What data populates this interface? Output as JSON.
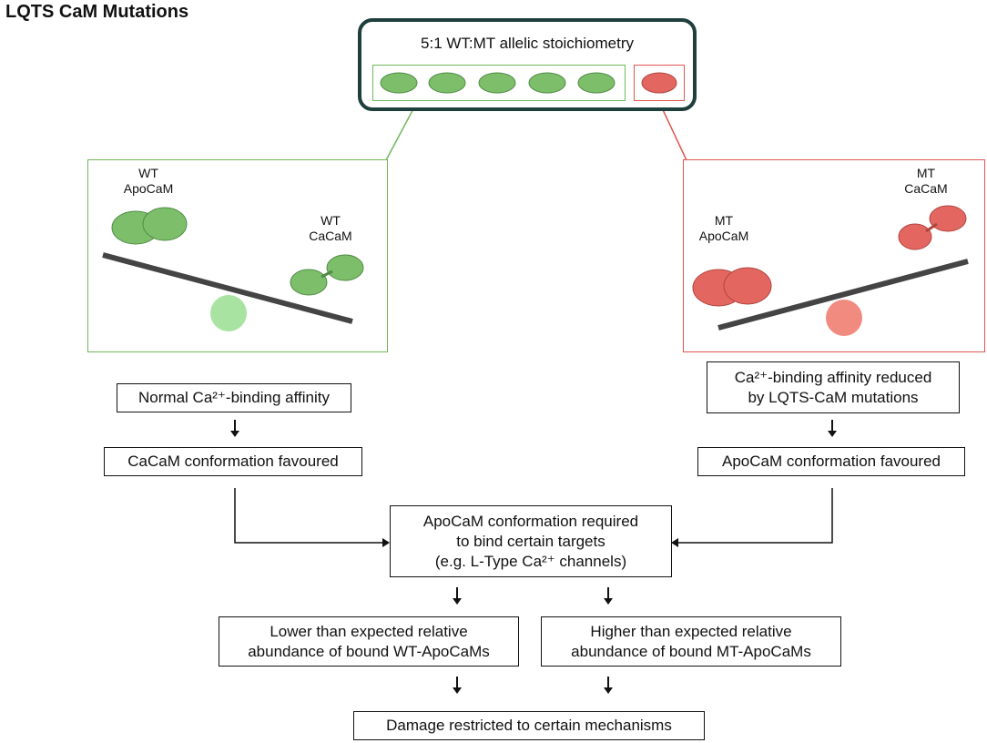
{
  "title": "LQTS CaM Mutations",
  "stoichiometry": {
    "label": "5:1 WT:MT allelic stoichiometry",
    "wt_count": 5,
    "mt_count": 1
  },
  "wt_panel": {
    "apo_label": "WT\nApoCaM",
    "ca_label": "WT\nCaCaM"
  },
  "mt_panel": {
    "apo_label": "MT\nApoCaM",
    "ca_label": "MT\nCaCaM"
  },
  "flow": {
    "wt_affinity": "Normal Ca²⁺-binding affinity",
    "mt_affinity": "Ca²⁺-binding affinity reduced\nby LQTS-CaM mutations",
    "wt_conformation": "CaCaM conformation favoured",
    "mt_conformation": "ApoCaM conformation favoured",
    "center": "ApoCaM conformation required\nto bind certain targets\n(e.g. L-Type Ca²⁺ channels)",
    "lower": "Lower than expected relative\nabundance of bound WT-ApoCaMs",
    "higher": "Higher than expected relative\nabundance of bound MT-ApoCaMs",
    "damage": "Damage restricted to certain mechanisms"
  },
  "colors": {
    "wt_green": "#6fb85a",
    "wt_dark": "#3f7f34",
    "mt_red": "#e0574f",
    "mt_dark": "#a8322c",
    "top_box_border": "#1e3f3c",
    "wt_pivot": "#a9e3a1",
    "mt_pivot": "#f18b80"
  }
}
